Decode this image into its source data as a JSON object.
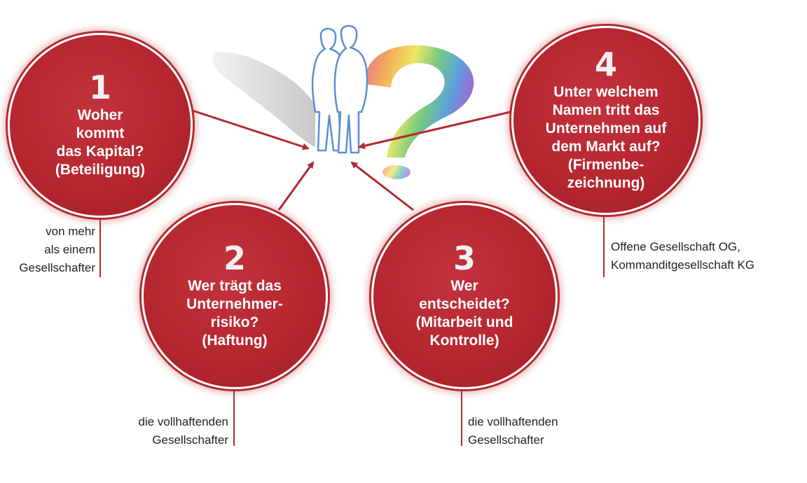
{
  "circles": [
    {
      "number": "1",
      "question": "Woher\nkommt\ndas Kapital?\n(Beteiligung)",
      "answer": "von mehr\nals einem\nGesellschafter"
    },
    {
      "number": "2",
      "question": "Wer trägt das\nUnternehmer-\nrisiko?\n(Haftung)",
      "answer": "die vollhaftenden\nGesellschafter"
    },
    {
      "number": "3",
      "question": "Wer\nentscheidet?\n(Mitarbeit und\nKontrolle)",
      "answer": "die vollhaftenden\nGesellschafter"
    },
    {
      "number": "4",
      "question": "Unter welchem\nNamen tritt das\nUnternehmen auf\ndem Markt auf?\n(Firmenbe-\nzeichnung)",
      "answer": "Offene Gesellschaft OG,\nKommanditgesellschaft KG"
    }
  ],
  "colors": {
    "circle": "#b4252e",
    "arrow": "#b12a31",
    "figure_outline": "#5b8fd0"
  }
}
